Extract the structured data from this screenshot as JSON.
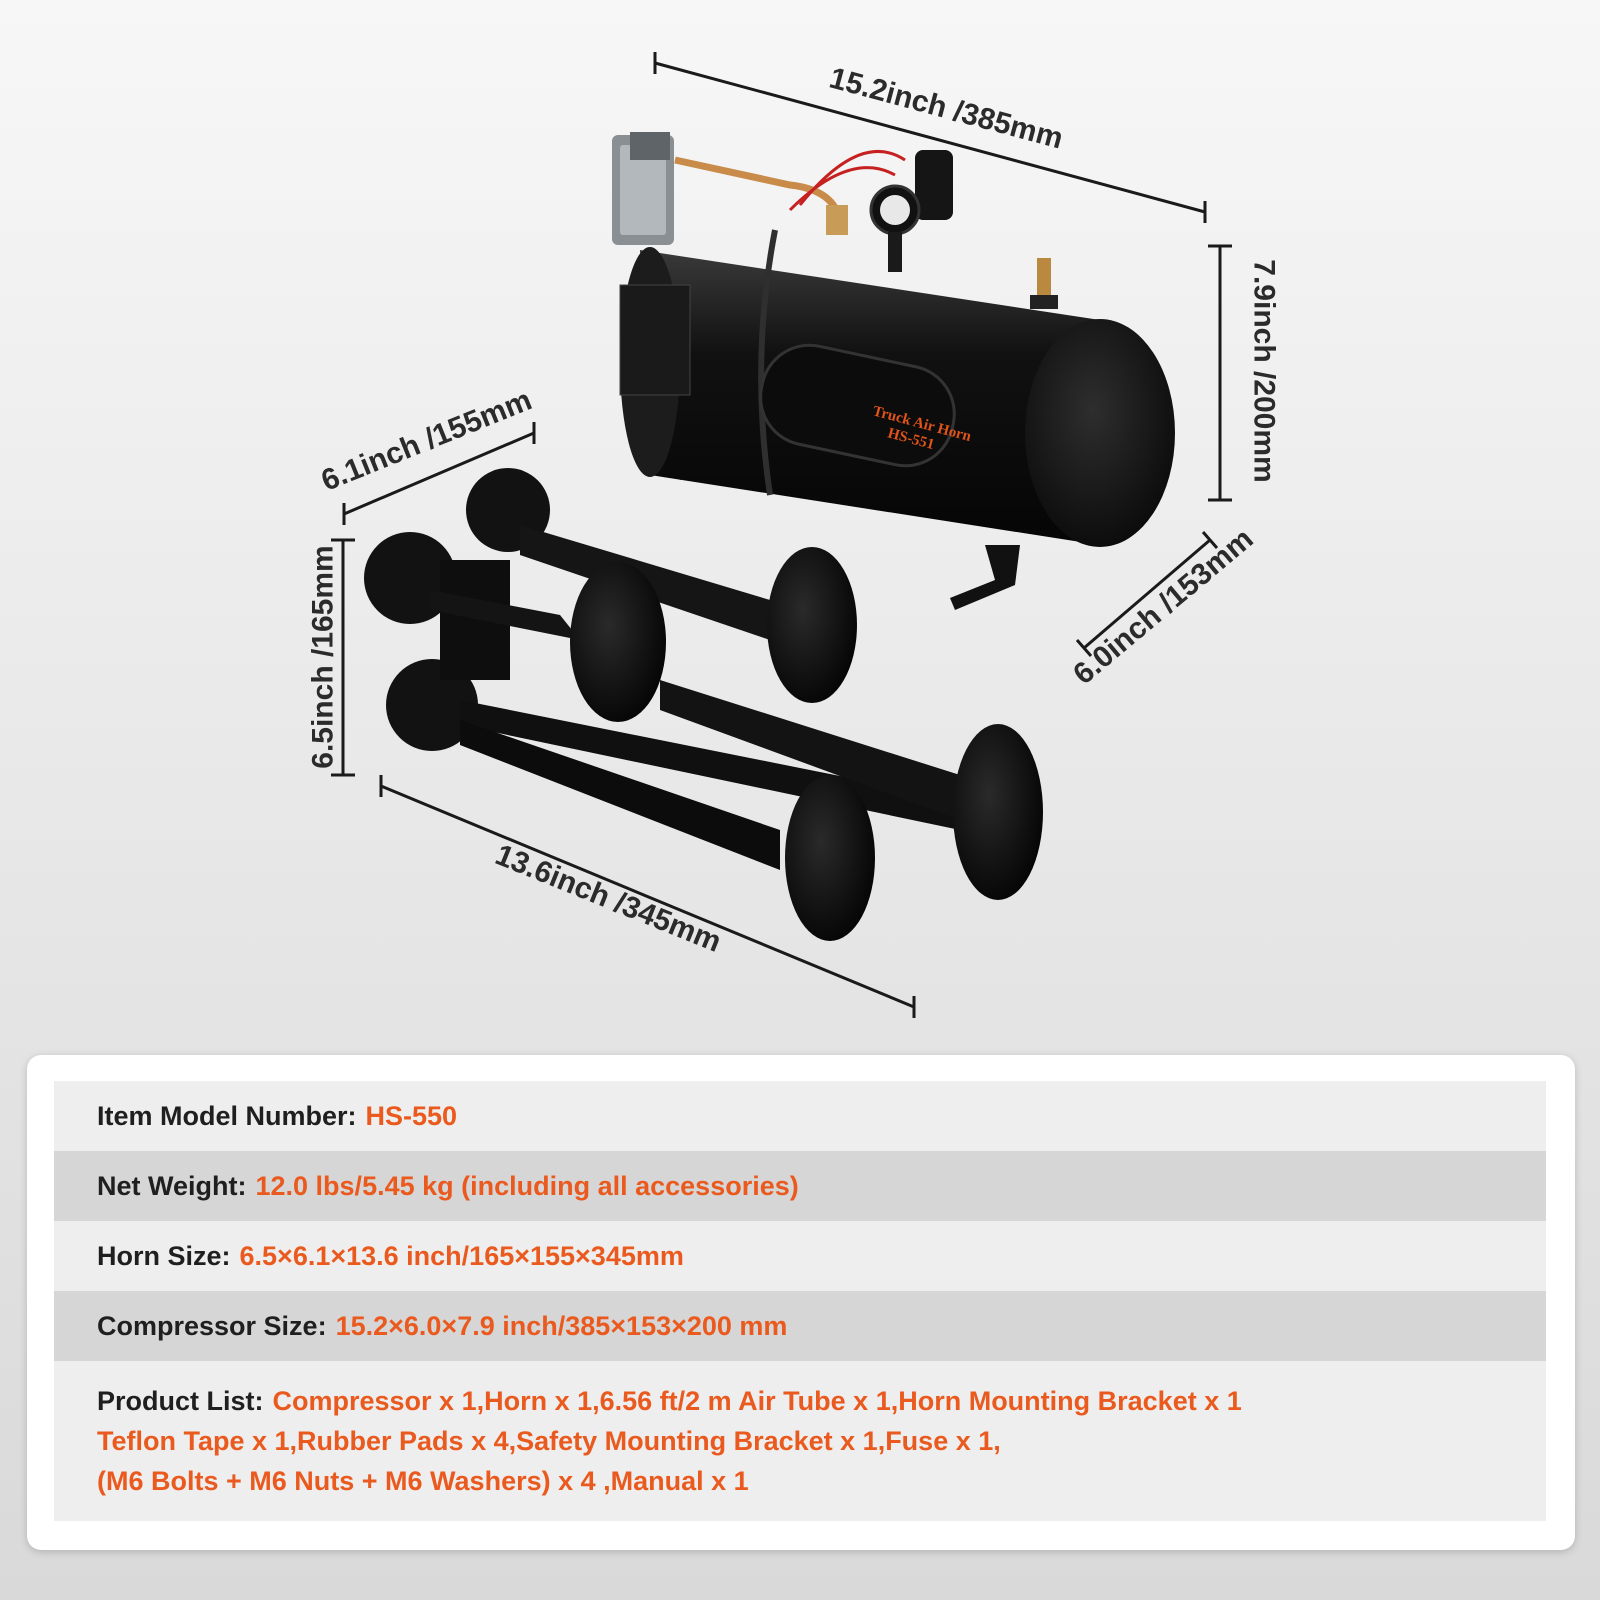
{
  "dimensions": {
    "compressor_length": "15.2inch /385mm",
    "compressor_height": "7.9inch /200mm",
    "compressor_depth": "6.0inch /153mm",
    "horn_depth": "6.1inch /155mm",
    "horn_height": "6.5inch /165mm",
    "horn_length": "13.6inch /345mm"
  },
  "tank_badge": {
    "line1": "Truck Air Horn",
    "line2": "HS-551"
  },
  "specs": [
    {
      "label": "Item Model Number:",
      "value": "HS-550"
    },
    {
      "label": "Net Weight:",
      "value": "12.0 lbs/5.45 kg (including all accessories)"
    },
    {
      "label": "Horn Size:",
      "value": "6.5×6.1×13.6 inch/165×155×345mm"
    },
    {
      "label": "Compressor Size:",
      "value": "15.2×6.0×7.9 inch/385×153×200 mm"
    }
  ],
  "product_list": {
    "label": "Product List:",
    "lines": [
      "Compressor x 1,Horn x 1,6.56 ft/2 m Air Tube x 1,Horn Mounting Bracket x 1",
      "Teflon Tape x 1,Rubber Pads x 4,Safety Mounting Bracket x 1,Fuse x 1,",
      "(M6 Bolts + M6 Nuts + M6 Washers) x 4 ,Manual x 1"
    ]
  },
  "colors": {
    "accent": "#ea5a1e",
    "label_text": "#1f1f1f",
    "row_light": "#eeeeee",
    "row_dark": "#d6d6d6"
  }
}
